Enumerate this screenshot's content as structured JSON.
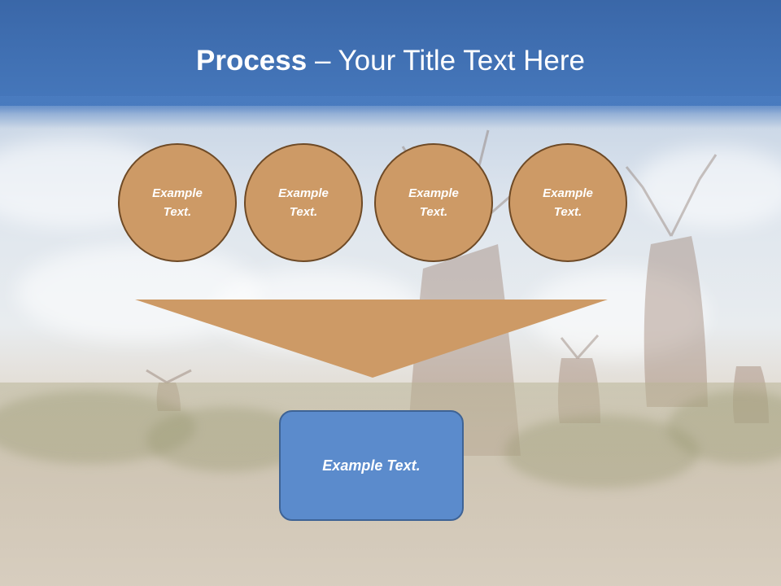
{
  "title": {
    "bold": "Process",
    "rest": " – Your Title Text Here"
  },
  "circles": [
    {
      "text": "Example Text."
    },
    {
      "text": "Example Text."
    },
    {
      "text": "Example Text."
    },
    {
      "text": "Example Text."
    }
  ],
  "result_box": {
    "text": "Example Text."
  },
  "colors": {
    "title_band": "#3a67a8",
    "circle_fill": "#cd9a66",
    "circle_border": "#6e4a26",
    "funnel_fill": "#cd9a66",
    "box_fill": "#5b8bcc",
    "box_border": "#3e6395"
  }
}
